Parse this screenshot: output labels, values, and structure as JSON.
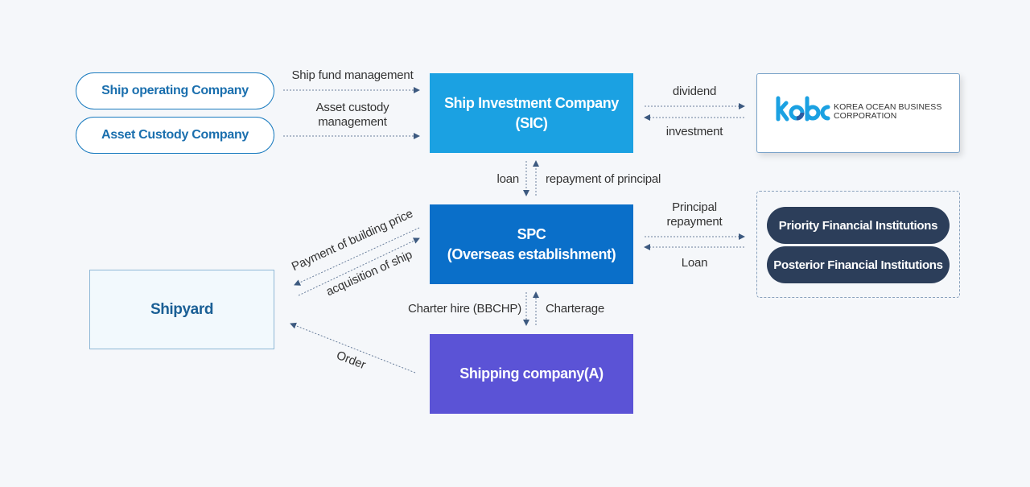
{
  "left_pills": {
    "ship_operating": "Ship operating Company",
    "asset_custody": "Asset Custody Company"
  },
  "boxes": {
    "sic_line1": "Ship Investment Company",
    "sic_line2": "(SIC)",
    "spc_line1": "SPC",
    "spc_line2": "(Overseas establishment)",
    "shipping": "Shipping company(A)",
    "shipyard": "Shipyard"
  },
  "kobc": {
    "logo_text": "kobc",
    "name_line1": "KOREA OCEAN BUSINESS",
    "name_line2": "CORPORATION"
  },
  "institutions": {
    "priority": "Priority Financial Institutions",
    "posterior": "Posterior Financial Institutions"
  },
  "labels": {
    "ship_fund": "Ship fund management",
    "asset_custody_1": "Asset custody",
    "asset_custody_2": "management",
    "dividend": "dividend",
    "investment": "investment",
    "loan_top": "loan",
    "repayment": "repayment of principal",
    "principal_1": "Principal",
    "principal_2": "repayment",
    "loan_right": "Loan",
    "payment_building": "Payment of building price",
    "acquisition": "acquisition of ship",
    "charter_hire": "Charter hire (BBCHP)",
    "charterage": "Charterage",
    "order": "Order"
  },
  "colors": {
    "sic": "#1ba1e2",
    "spc": "#0a6fc9",
    "shipping": "#5b53d6",
    "pill_border": "#1a7bbf",
    "dark_pill": "#2c3e5a",
    "arrow": "#3d5a80"
  }
}
